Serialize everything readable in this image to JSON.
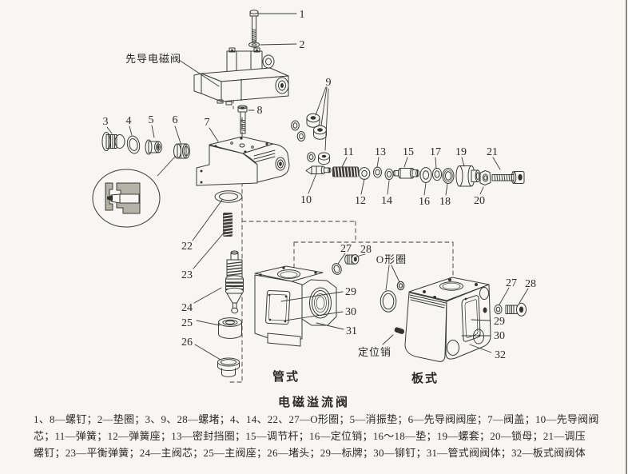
{
  "figure_caption": {
    "title": "电磁溢流阀",
    "legend_lines": [
      "1、8—螺钉；2—垫圈；3、9、28—螺堵；4、14、22、27—O形圈；5—消振垫；6—先导阀阀座；7—阀盖；10—先导阀阀",
      "芯；11—弹簧；12—弹簧座；13—密封挡圈；15—调节杆；16—定位销；16～18—垫；19—螺套；20—锁母；21—调压",
      "螺钉；23—平衡弹簧；24—主阀芯；25—主阀座；26—堵头；29—标牌；30—铆钉；31—管式阀阀体；32—板式阀阀体"
    ]
  },
  "diagram_labels": {
    "pilot_solenoid_valve": "先导电磁阀",
    "o_ring": "O形圈",
    "locating_pin": "定位销",
    "pipe_type": "管式",
    "plate_type": "板式"
  },
  "callouts": {
    "n1": "1",
    "n2": "2",
    "n3": "3",
    "n4": "4",
    "n5": "5",
    "n6": "6",
    "n7": "7",
    "n8": "8",
    "n9": "9",
    "n10": "10",
    "n11": "11",
    "n12": "12",
    "n13": "13",
    "n14": "14",
    "n15": "15",
    "n16": "16",
    "n17": "17",
    "n18": "18",
    "n19": "19",
    "n20": "20",
    "n21": "21",
    "n22": "22",
    "n23": "23",
    "n24": "24",
    "n25": "25",
    "n26": "26",
    "n27a": "27",
    "n28a": "28",
    "n27b": "27",
    "n28b": "28",
    "n29a": "29",
    "n29b": "29",
    "n30a": "30",
    "n30b": "30",
    "n31": "31",
    "n32": "32"
  }
}
